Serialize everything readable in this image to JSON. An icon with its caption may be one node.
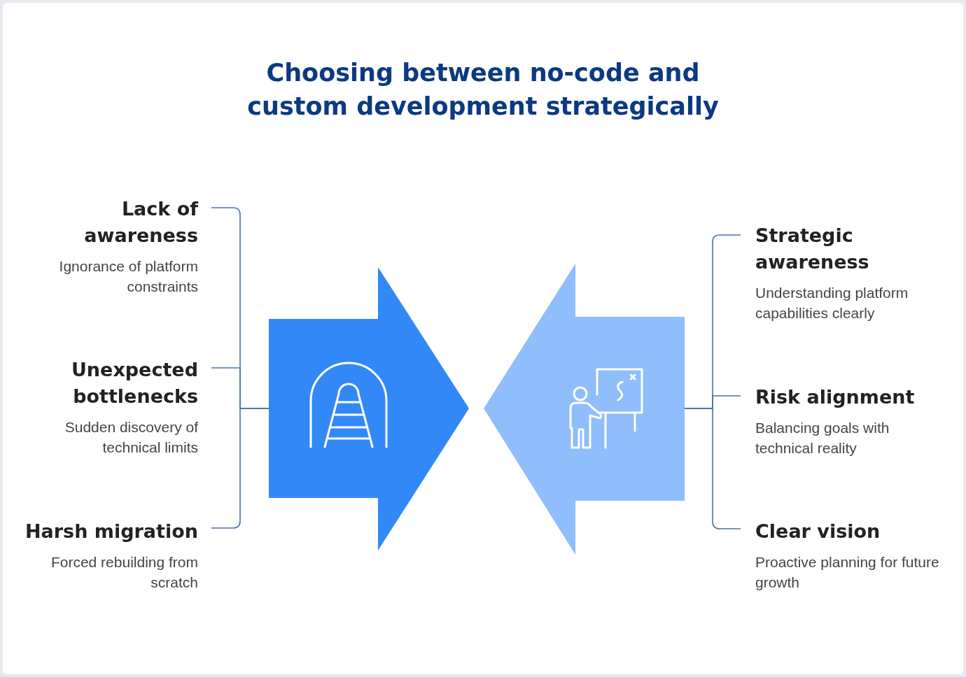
{
  "diagram": {
    "title": "Choosing between no-code and custom development strategically",
    "nodes": [
      {
        "text": [
          "Lack of awareness",
          "Ignorance of platform constraints"
        ]
      },
      {
        "text": [
          "Unexpected bottlenecks",
          "Sudden discovery of technical limits"
        ]
      },
      {
        "text": [
          "Harsh migration",
          "Forced rebuilding from scratch"
        ]
      },
      {
        "text": [],
        "shape": "arrow"
      },
      {
        "text": [],
        "shape": "arrow"
      },
      {
        "text": [
          "Strategic awareness",
          "Understanding platform capabilities clearly"
        ]
      },
      {
        "text": [
          "Risk alignment",
          "Balancing goals with technical reality"
        ]
      },
      {
        "text": [
          "Clear vision",
          "Proactive planning for future growth"
        ]
      }
    ],
    "edges": [
      {
        "from": 0,
        "to": 3,
        "arrow": "none"
      },
      {
        "from": 1,
        "to": 3,
        "arrow": "none"
      },
      {
        "from": 2,
        "to": 3,
        "arrow": "none"
      },
      {
        "from": 5,
        "to": 4,
        "arrow": "none"
      },
      {
        "from": 6,
        "to": 4,
        "arrow": "none"
      },
      {
        "from": 7,
        "to": 4,
        "arrow": "none"
      }
    ]
  }
}
